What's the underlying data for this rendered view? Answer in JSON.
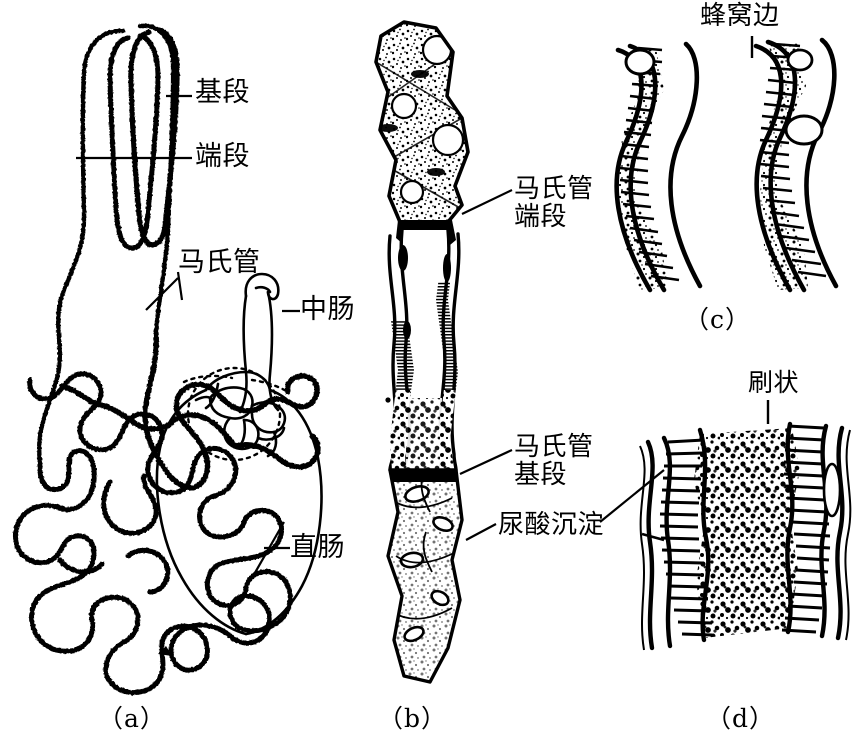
{
  "figure": {
    "type": "scientific-line-drawing",
    "subject": "Insect Malpighian tubules — gross anatomy and histology",
    "ink_color": "#000000",
    "background_color": "#ffffff"
  },
  "panel_a": {
    "caption": "（a）",
    "labels": {
      "basal_segment": "基段",
      "distal_segment": "端段",
      "malpighian_tubule": "马氏管",
      "midgut": "中肠",
      "rectum": "直肠"
    }
  },
  "panel_b": {
    "caption": "（b）",
    "labels": {
      "tubule_distal_segment": "马氏管\n端段",
      "tubule_basal_segment": "马氏管\n基段",
      "uric_acid_precipitate": "尿酸沉淀"
    }
  },
  "panel_c": {
    "caption": "（c）",
    "labels": {
      "honeycomb_border": "蜂窝边"
    }
  },
  "panel_d": {
    "caption": "（d）",
    "labels": {
      "brush_border": "刷状"
    }
  }
}
